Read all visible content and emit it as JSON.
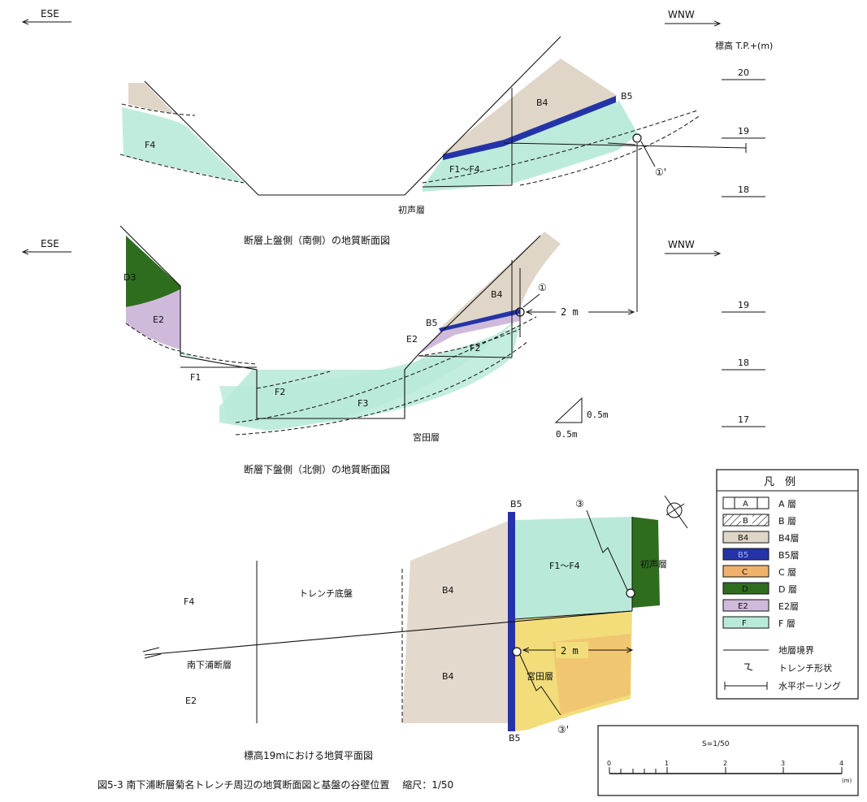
{
  "colors": {
    "B4": "#e0d6c8",
    "B5": "#2434a8",
    "C": "#f0b26a",
    "D": "#2e6d1e",
    "E2": "#cfbadb",
    "F": "#b9ead9",
    "miyata_yellow": "#f2dd7a",
    "line": "#111111"
  },
  "direction": {
    "left": "ESE",
    "right": "WNW"
  },
  "elevation": {
    "header": "標高 T.P.+(m)",
    "upper_ticks": [
      "20",
      "19",
      "18"
    ],
    "lower_ticks": [
      "19",
      "18",
      "17"
    ]
  },
  "upper_section": {
    "title": "断層上盤側（南側）の地質断面図",
    "labels": {
      "F4": "F4",
      "B4": "B4",
      "B5": "B5",
      "F1F4": "F1～F4",
      "base": "初声層"
    },
    "boring_marker": "①'"
  },
  "lower_section": {
    "title": "断層下盤側（北側）の地質断面図",
    "labels": {
      "D3": "D3",
      "E2": "E2",
      "F1": "F1",
      "F2a": "F2",
      "F3": "F3",
      "B5": "B5",
      "E2b": "E2",
      "B4": "B4",
      "F2b": "F2",
      "base": "宮田層"
    },
    "boring_marker": "①",
    "distance": "2 m",
    "scale_v": "0.5m",
    "scale_h": "0.5m"
  },
  "plan": {
    "title": "標高19mにおける地質平面図",
    "labels": {
      "F4": "F4",
      "trench_floor": "トレンチ底盤",
      "B4a": "B4",
      "B4b": "B4",
      "B5top": "B5",
      "B5bot": "B5",
      "F1F4": "F1～F4",
      "hatsuse": "初声層",
      "fault": "南下浦断層",
      "miyata": "宮田層",
      "E2": "E2"
    },
    "marker_top": "③",
    "marker_bot": "③'",
    "distance": "2 m"
  },
  "legend": {
    "title": "凡　例",
    "items": [
      {
        "swatch": "A",
        "label": "A 層"
      },
      {
        "swatch": "B",
        "label": "B 層"
      },
      {
        "swatch": "B4",
        "label": "B4層"
      },
      {
        "swatch": "B5",
        "label": "B5層"
      },
      {
        "swatch": "C",
        "label": "C 層"
      },
      {
        "swatch": "D",
        "label": "D 層"
      },
      {
        "swatch": "E2",
        "label": "E2層"
      },
      {
        "swatch": "F",
        "label": "F 層"
      }
    ],
    "lines": [
      {
        "label": "地層境界"
      },
      {
        "label": "トレンチ形状"
      },
      {
        "label": "水平ボーリング"
      }
    ]
  },
  "scalebar": {
    "title": "S=1/50",
    "ticks": [
      "0",
      "1",
      "2",
      "3",
      "4"
    ],
    "unit": "(m)"
  },
  "caption": "図5-3 南下浦断層菊名トレンチ周辺の地質断面図と基盤の谷壁位置　 縮尺：1/50"
}
